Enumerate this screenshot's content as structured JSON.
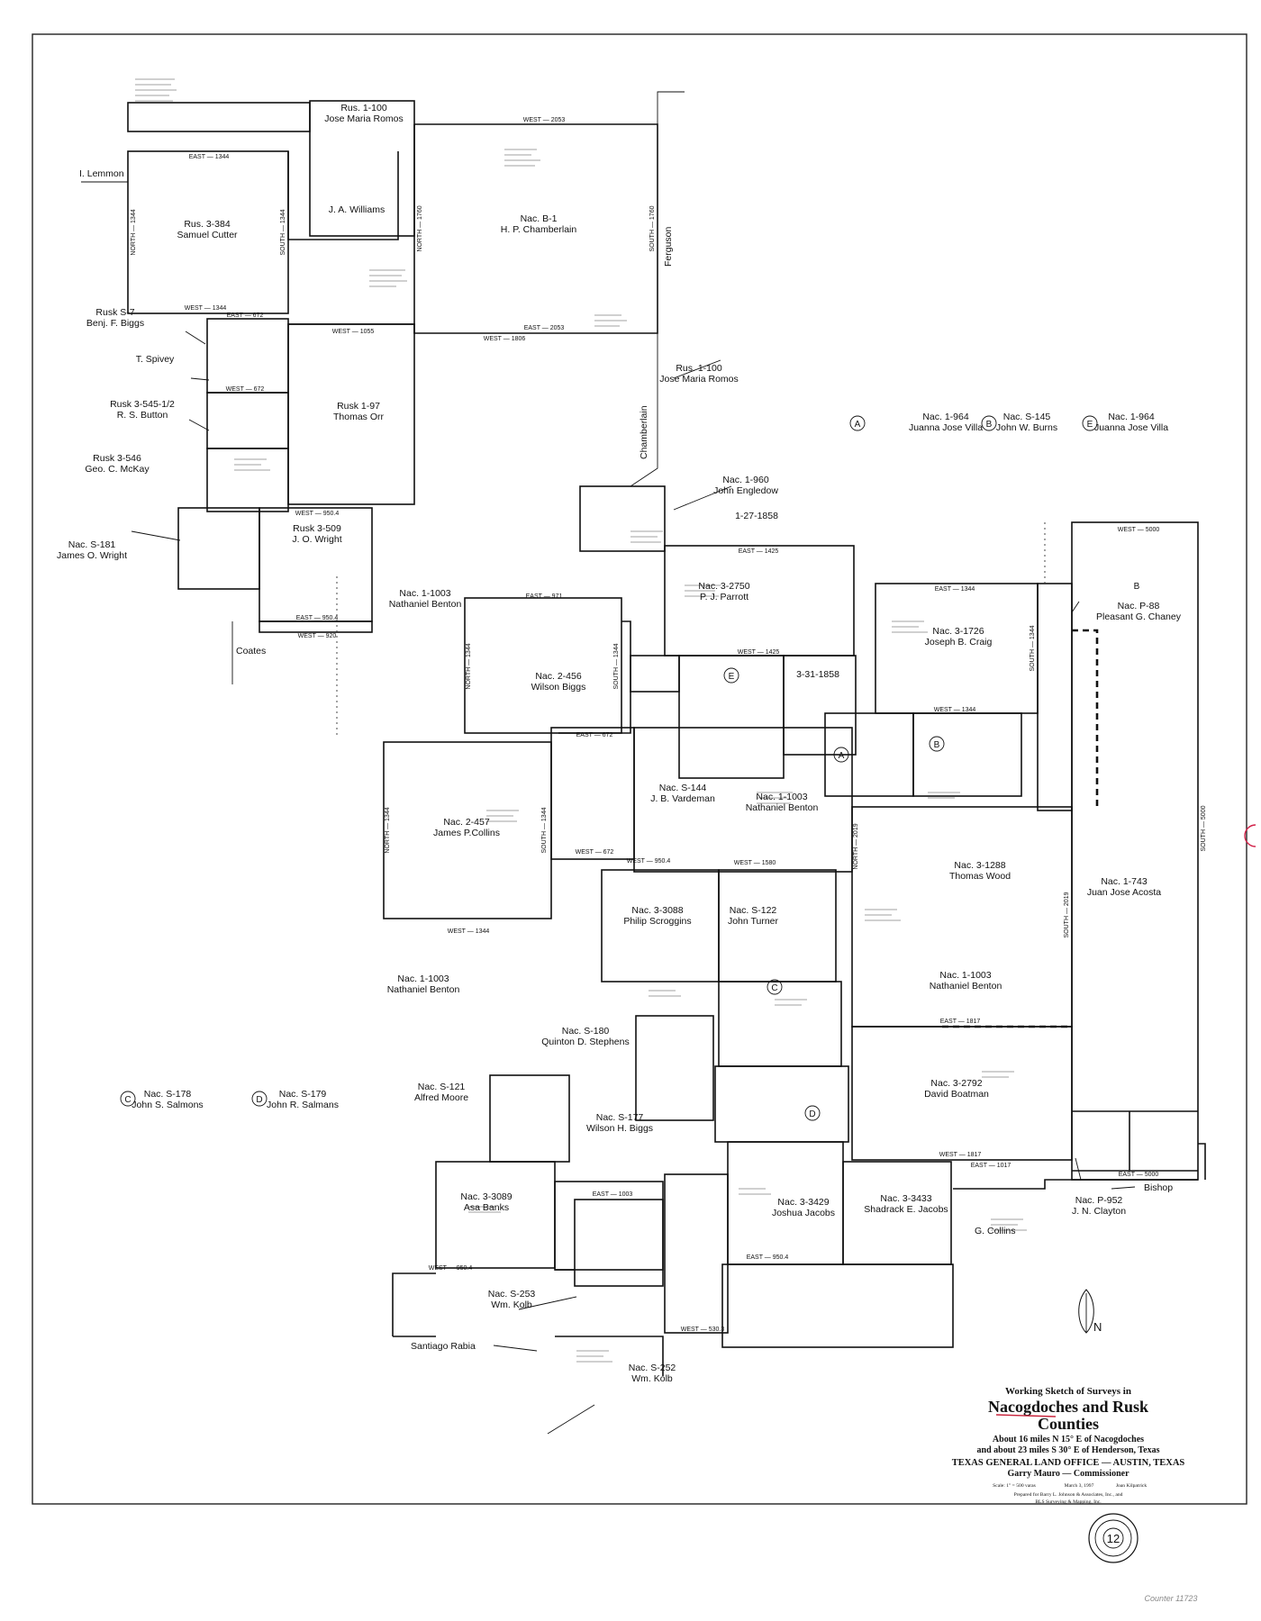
{
  "map": {
    "surveys": [
      {
        "id": "s01",
        "lines": [
          "Rus. 1-100",
          "Jose Maria Romos"
        ]
      },
      {
        "id": "s02",
        "lines": [
          "Rus. 3-384",
          "Samuel Cutter"
        ]
      },
      {
        "id": "s03",
        "lines": [
          "Nac. B-1",
          "H. P. Chamberlain"
        ]
      },
      {
        "id": "s04",
        "lines": [
          "J. A. Williams"
        ]
      },
      {
        "id": "s05",
        "lines": [
          "Rusk S-7",
          "Benj. F. Biggs"
        ]
      },
      {
        "id": "s06",
        "lines": [
          "T. Spivey"
        ]
      },
      {
        "id": "s07",
        "lines": [
          "Rusk 3-545-1/2",
          "R. S. Button"
        ]
      },
      {
        "id": "s08",
        "lines": [
          "Rusk 3-546",
          "Geo. C. McKay"
        ]
      },
      {
        "id": "s09",
        "lines": [
          "Rusk 1-97",
          "Thomas Orr"
        ]
      },
      {
        "id": "s10",
        "lines": [
          "Rus. 1-100",
          "Jose Maria Romos"
        ]
      },
      {
        "id": "s11",
        "lines": [
          "Nac. S-181",
          "James O. Wright"
        ]
      },
      {
        "id": "s12",
        "lines": [
          "Rusk 3-509",
          "J. O. Wright"
        ]
      },
      {
        "id": "s13",
        "lines": [
          "Nac. 1-1003",
          "Nathaniel Benton"
        ]
      },
      {
        "id": "s14",
        "lines": [
          "Nac. 1-960",
          "John Engledow"
        ]
      },
      {
        "id": "s15",
        "lines": [
          "1-27-1858"
        ]
      },
      {
        "id": "s16",
        "lines": [
          "Nac. 1-964",
          "Juanna Jose Villa"
        ]
      },
      {
        "id": "s17",
        "lines": [
          "Nac. S-145",
          "John W. Burns"
        ]
      },
      {
        "id": "s18",
        "lines": [
          "Nac. 1-964",
          "Juanna Jose Villa"
        ]
      },
      {
        "id": "s19",
        "lines": [
          "Nac. 3-2750",
          "P. J. Parrott"
        ]
      },
      {
        "id": "s20",
        "lines": [
          "Nac. 2-456",
          "Wilson Biggs"
        ]
      },
      {
        "id": "s21",
        "lines": [
          "3-31-1858"
        ]
      },
      {
        "id": "s22",
        "lines": [
          "Nac. 3-1726",
          "Joseph B. Craig"
        ]
      },
      {
        "id": "s23",
        "lines": [
          "Nac. P-88",
          "Pleasant G. Chaney"
        ]
      },
      {
        "id": "s24",
        "lines": [
          "Nac. 2-457",
          "James P.Collins"
        ]
      },
      {
        "id": "s25",
        "lines": [
          "Nac. S-144",
          "J. B. Vardeman"
        ]
      },
      {
        "id": "s26",
        "lines": [
          "Nac. 1-1003",
          "Nathaniel Benton"
        ]
      },
      {
        "id": "s27",
        "lines": [
          "Nac. 3-1288",
          "Thomas Wood"
        ]
      },
      {
        "id": "s28",
        "lines": [
          "Nac. 1-743",
          "Juan Jose Acosta"
        ]
      },
      {
        "id": "s29",
        "lines": [
          "Nac. 3-3088",
          "Philip Scroggins"
        ]
      },
      {
        "id": "s30",
        "lines": [
          "Nac. S-122",
          "John Turner"
        ]
      },
      {
        "id": "s31",
        "lines": [
          "Nac. 1-1003",
          "Nathaniel Benton"
        ]
      },
      {
        "id": "s32",
        "lines": [
          "Nac. 1-1003",
          "Nathaniel Benton"
        ]
      },
      {
        "id": "s33",
        "lines": [
          "Nac. S-180",
          "Quinton D. Stephens"
        ]
      },
      {
        "id": "s34",
        "lines": [
          "Nac. S-121",
          "Alfred Moore"
        ]
      },
      {
        "id": "s35",
        "lines": [
          "Nac. S-178",
          "John S. Salmons"
        ]
      },
      {
        "id": "s36",
        "lines": [
          "Nac. S-179",
          "John R. Salmans"
        ]
      },
      {
        "id": "s37",
        "lines": [
          "Nac. S-177",
          "Wilson H. Biggs"
        ]
      },
      {
        "id": "s38",
        "lines": [
          "Nac. 3-2792",
          "David Boatman"
        ]
      },
      {
        "id": "s39",
        "lines": [
          "Nac. 3-3089",
          "Asa Banks"
        ]
      },
      {
        "id": "s40",
        "lines": [
          "Nac. 3-3429",
          "Joshua Jacobs"
        ]
      },
      {
        "id": "s41",
        "lines": [
          "Nac. 3-3433",
          "Shadrack E. Jacobs"
        ]
      },
      {
        "id": "s42",
        "lines": [
          "Nac. P-952",
          "J. N. Clayton"
        ]
      },
      {
        "id": "s43",
        "lines": [
          "Nac. S-253",
          "Wm. Kolb"
        ]
      },
      {
        "id": "s44",
        "lines": [
          "Nac. S-252",
          "Wm. Kolb"
        ]
      }
    ],
    "adjoiners": {
      "lemmon": "I. Lemmon",
      "ferguson": "Ferguson",
      "chamberlain": "Chamberlain",
      "coates": "Coates",
      "bishop": "Bishop",
      "g_collins": "G. Collins",
      "santiago": "Santiago Rabia"
    },
    "markers": {
      "a": "A",
      "b": "B",
      "c": "C",
      "d": "D",
      "e": "E"
    },
    "calls": {
      "c01": "WEST — 2053",
      "c02": "EAST — 2053",
      "c03": "WEST — 1806",
      "c04": "EAST — 1344",
      "c05": "WEST — 1344",
      "c06": "EAST — 672",
      "c07": "WEST — 672",
      "c08": "WEST — 1055",
      "c09": "WEST — 950.4",
      "c10": "EAST — 950.4",
      "c11": "WEST — 920",
      "c12": "EAST — 1425",
      "c13": "WEST — 1425",
      "c14": "EAST — 1344",
      "c15": "WEST — 1344",
      "c16": "EAST — 1817",
      "c17": "WEST — 1817",
      "c18": "EAST — 5000",
      "c19": "WEST — 5000",
      "c20": "WEST — 1580",
      "c21": "EAST — 1003",
      "c22": "WEST — 530.3",
      "c23": "NORTH — 1760",
      "c24": "SOUTH — 1760",
      "c25": "NORTH — 1344",
      "c26": "SOUTH — 1344",
      "c27": "SOUTH — 5000",
      "c28": "NORTH — 2019",
      "c29": "SOUTH — 2019",
      "c30": "EAST — 971",
      "c31": "EAST — 672",
      "c32": "WEST — 672",
      "c33": "EAST — 1017"
    },
    "title_block": {
      "t1": "Working Sketch of Surveys in",
      "t2": "Nacogdoches and Rusk",
      "t3": "Counties",
      "t4": "About 16 miles N 15° E of Nacogdoches",
      "t5": "and about 23 miles S 30° E of Henderson, Texas",
      "t6": "TEXAS GENERAL LAND OFFICE — AUSTIN, TEXAS",
      "t7": "Garry Mauro — Commissioner",
      "t8": "Scale: 1\" = 500 varas",
      "t9": "March 3, 1997",
      "t10": "Joan Kilpatrick",
      "t11": "Prepared for Barry L. Johnson & Associates, Inc., and",
      "t12": "BLS Surveying & Mapping, Inc."
    },
    "sheet_number": "12",
    "north_arrow": "N",
    "filing_note": "Counter 11723"
  }
}
